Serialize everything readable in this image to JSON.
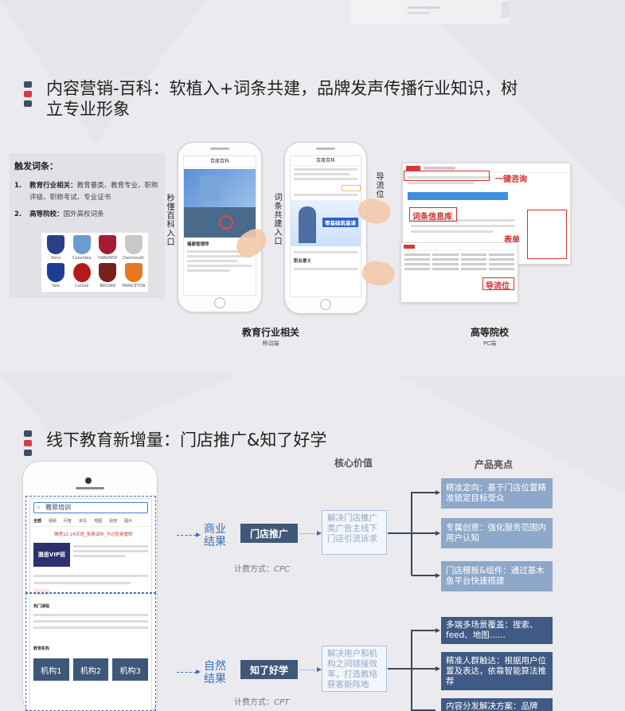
{
  "section1": {
    "title_line1": "内容营销-百科：软植入+词条共建，品牌发声传播行业知识，树",
    "title_line2": "立专业形象",
    "trigger": {
      "heading": "触发词条：",
      "items": [
        {
          "num": "1.",
          "label": "教育行业相关：",
          "text": "教育垂类、教育专业、职称评级、职称考试、专业证书"
        },
        {
          "num": "2.",
          "label": "高等院校：",
          "text": "国外高校词条"
        }
      ],
      "logos": [
        "Penn",
        "Columbia",
        "HARVARD",
        "Dartmouth",
        "Yale",
        "Cornell",
        "BROWN",
        "PRINCETON"
      ]
    },
    "labels": {
      "left_vertical": "秒懂百科入口",
      "mid_vertical": "词条共建入口",
      "guide_vertical": "导流位",
      "one_click": "一键咨询",
      "entry_db": "词条信息库",
      "form": "表单",
      "guide": "导流位"
    },
    "captions": {
      "mobile_title": "教育行业相关",
      "mobile_sub": "移动端",
      "pc_title": "高等院校",
      "pc_sub": "PC端"
    },
    "phone1": {
      "header": "百度百科",
      "title": "健康管理师"
    },
    "phone2": {
      "header": "百度百科",
      "banner": "零基础筑基课",
      "section": "职业意义"
    }
  },
  "section2": {
    "title": "线下教育新增量：门店推广&知了好学",
    "col_core": "核心价值",
    "col_highlight": "产品亮点",
    "phone": {
      "search": "雅思培训",
      "tabs": [
        "全部",
        "视频",
        "问答",
        "资讯",
        "地图",
        "贴吧",
        "图片"
      ],
      "ad_title": "雅思12-24天班_免费试听_不过免费重修",
      "badge": "雅思VIP班",
      "list_header": "热门课程",
      "org_header": "教育机构",
      "orgs": [
        "机构1",
        "机构2",
        "机构3"
      ]
    },
    "rows": [
      {
        "biz": "商业结果",
        "product": "门店推广",
        "cost_label": "计费方式：",
        "cost_value": "CPC",
        "value": "解决门店推广类广告主线下门店引流诉求",
        "highlights": [
          "精准定向：基于门店位置精准锁定目标受众",
          "专属创意：强化服务范围内用户认知",
          "门店模板&组件：通过基木鱼平台快速搭建"
        ]
      },
      {
        "biz": "自然结果",
        "product": "知了好学",
        "cost_label": "计费方式：",
        "cost_value": "CPT",
        "value": "解决用户和机构之间链接效率，打造教培获客新阵地",
        "highlights": [
          "多端多场景覆盖：搜索、feed、地图......",
          "精准人群触达：根据用户位置及表达，依靠智能算法推荐",
          "内容分发解决方案：品牌"
        ]
      }
    ]
  },
  "colors": {
    "accent_red": "#d63a46",
    "navy": "#3c4d64",
    "link_blue": "#3a6fb8",
    "dark_box": "#3f5b85",
    "light_box": "#8ea8c9"
  }
}
